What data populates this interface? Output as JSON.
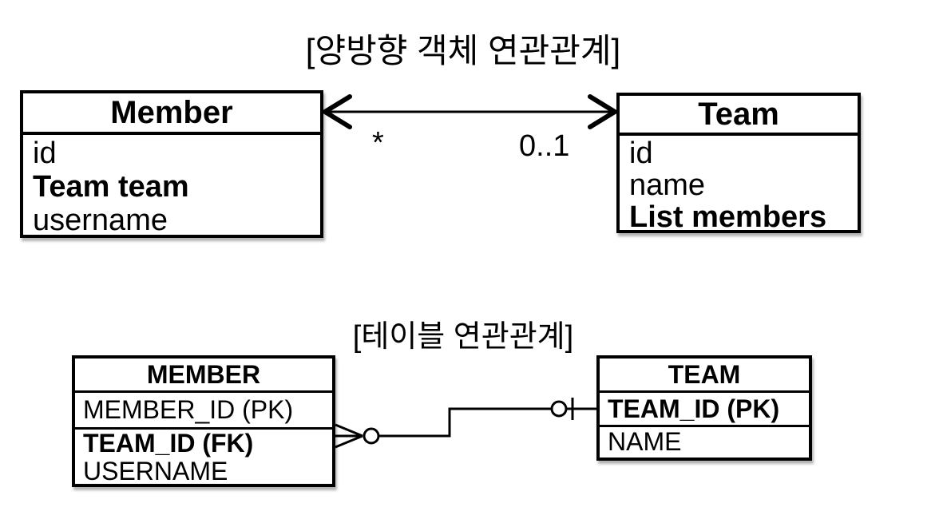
{
  "colors": {
    "background": "#ffffff",
    "stroke": "#000000",
    "text": "#000000",
    "box_fill": "#ffffff"
  },
  "object_diagram": {
    "title": "[양방향 객체 연관관계]",
    "member_class": {
      "name": "Member",
      "fields": [
        "id",
        "Team team",
        "username"
      ]
    },
    "team_class": {
      "name": "Team",
      "fields": [
        "id",
        "name",
        "List members"
      ]
    },
    "association": {
      "left_multiplicity": "*",
      "right_multiplicity": "0..1"
    }
  },
  "table_diagram": {
    "title": "[테이블 연관관계]",
    "member_table": {
      "name": "MEMBER",
      "pk_row": "MEMBER_ID (PK)",
      "fk_row": "TEAM_ID (FK)",
      "rows": [
        "USERNAME"
      ]
    },
    "team_table": {
      "name": "TEAM",
      "pk_row": "TEAM_ID (PK)",
      "rows": [
        "NAME"
      ]
    }
  }
}
